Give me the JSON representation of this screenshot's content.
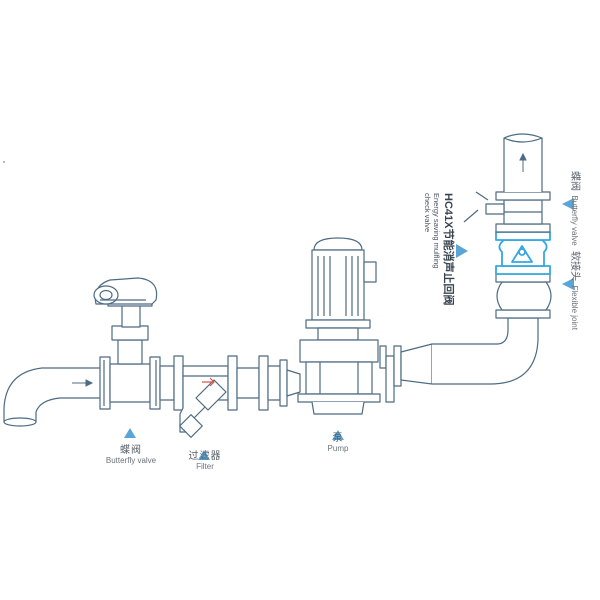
{
  "labels": {
    "butterfly_valve_left": {
      "zh": "蝶阀",
      "en": "Butterfly valve"
    },
    "filter": {
      "zh": "过滤器",
      "en": "Filter"
    },
    "pump": {
      "zh": "泵",
      "en": "Pump"
    },
    "check_valve": {
      "zh": "HC41X节能消声止回阀",
      "en1": "Energy saving mulfling",
      "en2": "check valve"
    },
    "butterfly_valve_right": {
      "zh": "蝶阀",
      "en": "Butterfly valve"
    },
    "flexible_joint": {
      "zh": "软接头",
      "en": "Flexible joint"
    }
  },
  "colors": {
    "line": "#4d6b82",
    "accent": "#35a7e0",
    "fill": "#ffffff",
    "pointer": "#5aa5d6",
    "arrow_red": "#d9574a"
  }
}
